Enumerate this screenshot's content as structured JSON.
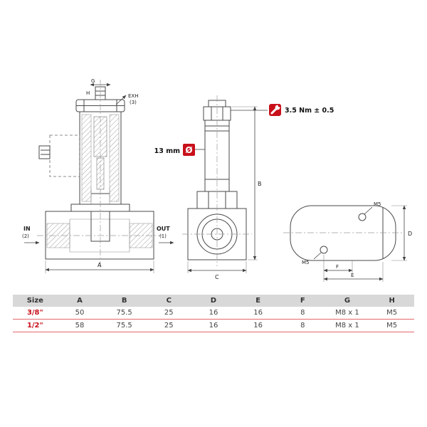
{
  "colors": {
    "accent": "#c8101a",
    "table_header_bg": "#d8d8d8",
    "table_rule": "#e2686d"
  },
  "drawing": {
    "cutaway": {
      "dim_g": "G",
      "dim_h": "H",
      "exhaust_label": "EXH",
      "exhaust_port": "(3)",
      "inlet_label": "IN",
      "inlet_port": "(2)",
      "outlet_label": "OUT",
      "outlet_port": "(1)",
      "dim_a": "A"
    },
    "side": {
      "torque_note": "3.5 Nm ± 0.5",
      "wrench_size": "13 mm",
      "diameter_symbol": "Ø",
      "dim_b": "B",
      "dim_c": "C"
    },
    "end": {
      "thread_top": "M5",
      "thread_bottom": "M5",
      "dim_d": "D",
      "dim_f": "F",
      "dim_e": "E"
    }
  },
  "table": {
    "headers": [
      "Size",
      "A",
      "B",
      "C",
      "D",
      "E",
      "F",
      "G",
      "H"
    ],
    "rows": [
      [
        "3/8\"",
        "50",
        "75.5",
        "25",
        "16",
        "16",
        "8",
        "M8 x 1",
        "M5"
      ],
      [
        "1/2\"",
        "58",
        "75.5",
        "25",
        "16",
        "16",
        "8",
        "M8 x 1",
        "M5"
      ]
    ]
  }
}
